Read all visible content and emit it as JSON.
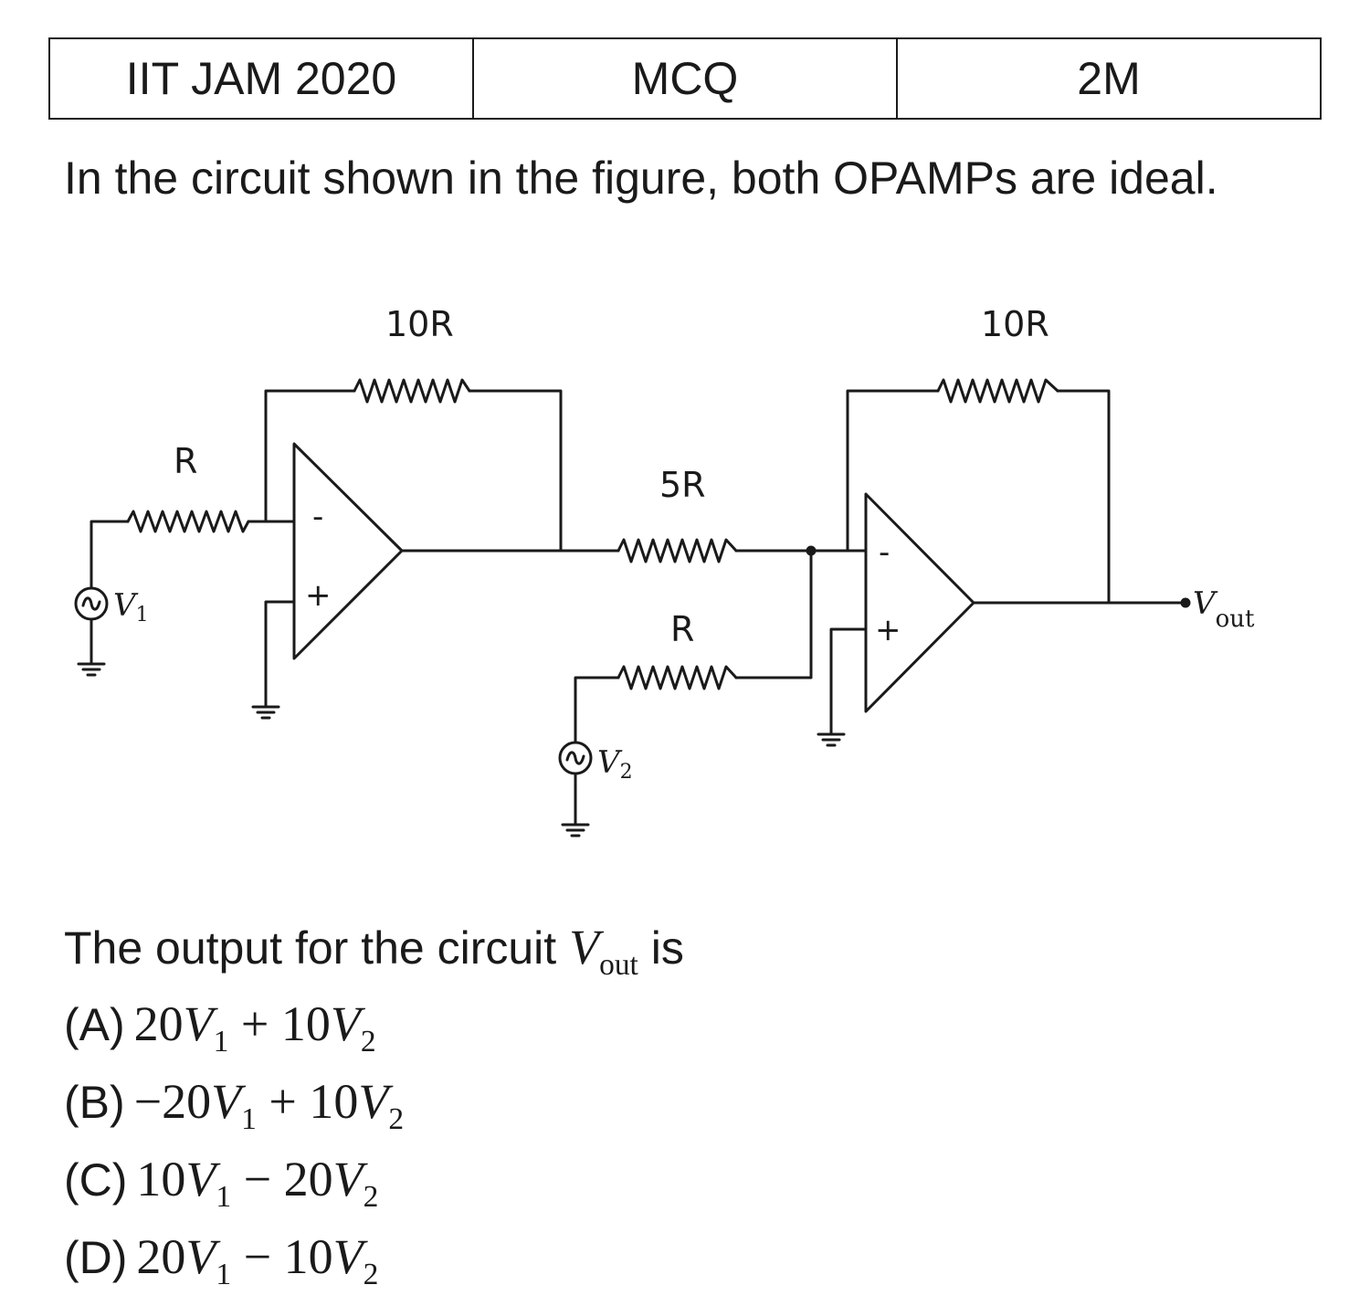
{
  "header": {
    "exam": "IIT JAM 2020",
    "type": "MCQ",
    "marks": "2M"
  },
  "question": {
    "text": "In the circuit shown in the figure, both OPAMPs are ideal.",
    "prompt_prefix": "The output for the circuit",
    "prompt_var": "V",
    "prompt_sub": "out",
    "prompt_suffix": "is"
  },
  "figure": {
    "labels": {
      "r1": "R",
      "rf1": "10R",
      "r5": "5R",
      "r2": "R",
      "rf2": "10R",
      "v1": "V",
      "v1_sub": "1",
      "v2": "V",
      "v2_sub": "2",
      "vout": "V",
      "vout_sub": "out",
      "minus": "-",
      "plus": "+"
    }
  },
  "options": [
    {
      "label": "(A)",
      "c1": "20",
      "v1": "V",
      "s1": "1",
      "op": " + ",
      "c2": "10",
      "v2": "V",
      "s2": "2"
    },
    {
      "label": "(B)",
      "c1": "−20",
      "v1": "V",
      "s1": "1",
      "op": " + ",
      "c2": "10",
      "v2": "V",
      "s2": "2"
    },
    {
      "label": "(C)",
      "c1": "10",
      "v1": "V",
      "s1": "1",
      "op": " − ",
      "c2": "20",
      "v2": "V",
      "s2": "2"
    },
    {
      "label": "(D)",
      "c1": "20",
      "v1": "V",
      "s1": "1",
      "op": " − ",
      "c2": "10",
      "v2": "V",
      "s2": "2"
    }
  ]
}
